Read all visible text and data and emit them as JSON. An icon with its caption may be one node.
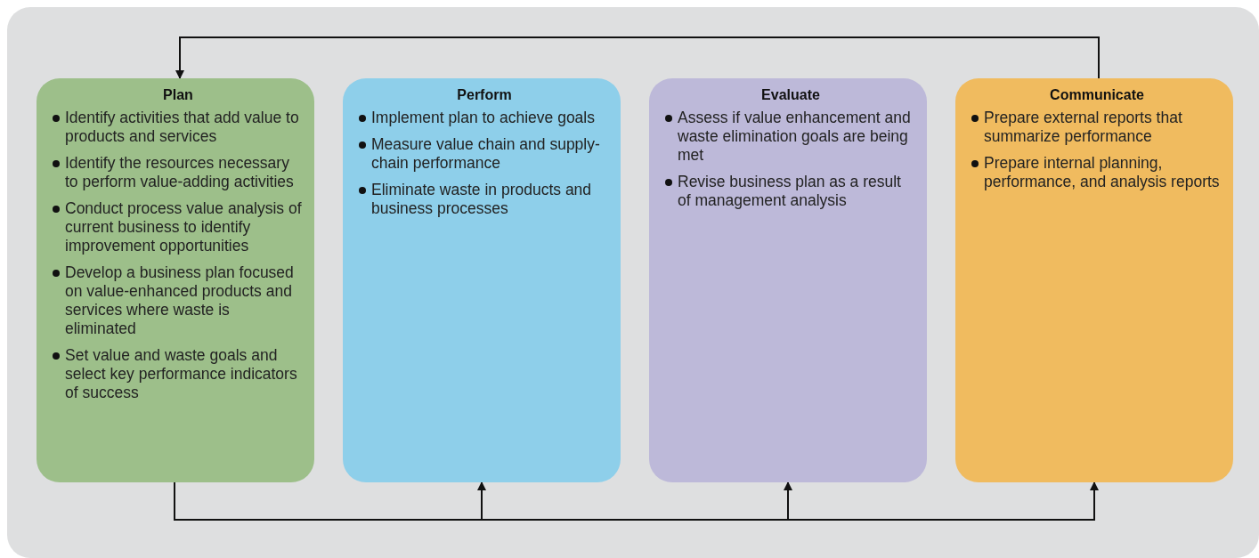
{
  "diagram": {
    "nodes": [
      {
        "text": [
          "Plan",
          "Identify activities that add value to products and services",
          "Identify the resources necessary to perform value-adding activities",
          "Conduct process value analysis of current business to identify improvement opportunities",
          "Develop a business plan focused on value-enhanced products and services where waste is eliminated",
          "Set value and waste goals and select key performance indicators of success"
        ]
      },
      {
        "text": [
          "Perform",
          "Implement plan to achieve goals",
          "Measure value chain and supply-chain performance",
          "Eliminate waste in products and business processes"
        ]
      },
      {
        "text": [
          "Evaluate",
          "Assess if value enhancement and waste elimination goals are being met",
          "Revise business plan as a result of management analysis"
        ]
      },
      {
        "text": [
          "Communicate",
          "Prepare external reports that summarize performance",
          "Prepare internal planning, performance, and analysis reports"
        ]
      }
    ],
    "edges": [
      {
        "from": 0,
        "to": 1,
        "arrow": "to"
      },
      {
        "from": 0,
        "to": 2,
        "arrow": "to"
      },
      {
        "from": 0,
        "to": 3,
        "arrow": "to"
      },
      {
        "from": 3,
        "to": 0,
        "arrow": "to"
      }
    ]
  }
}
